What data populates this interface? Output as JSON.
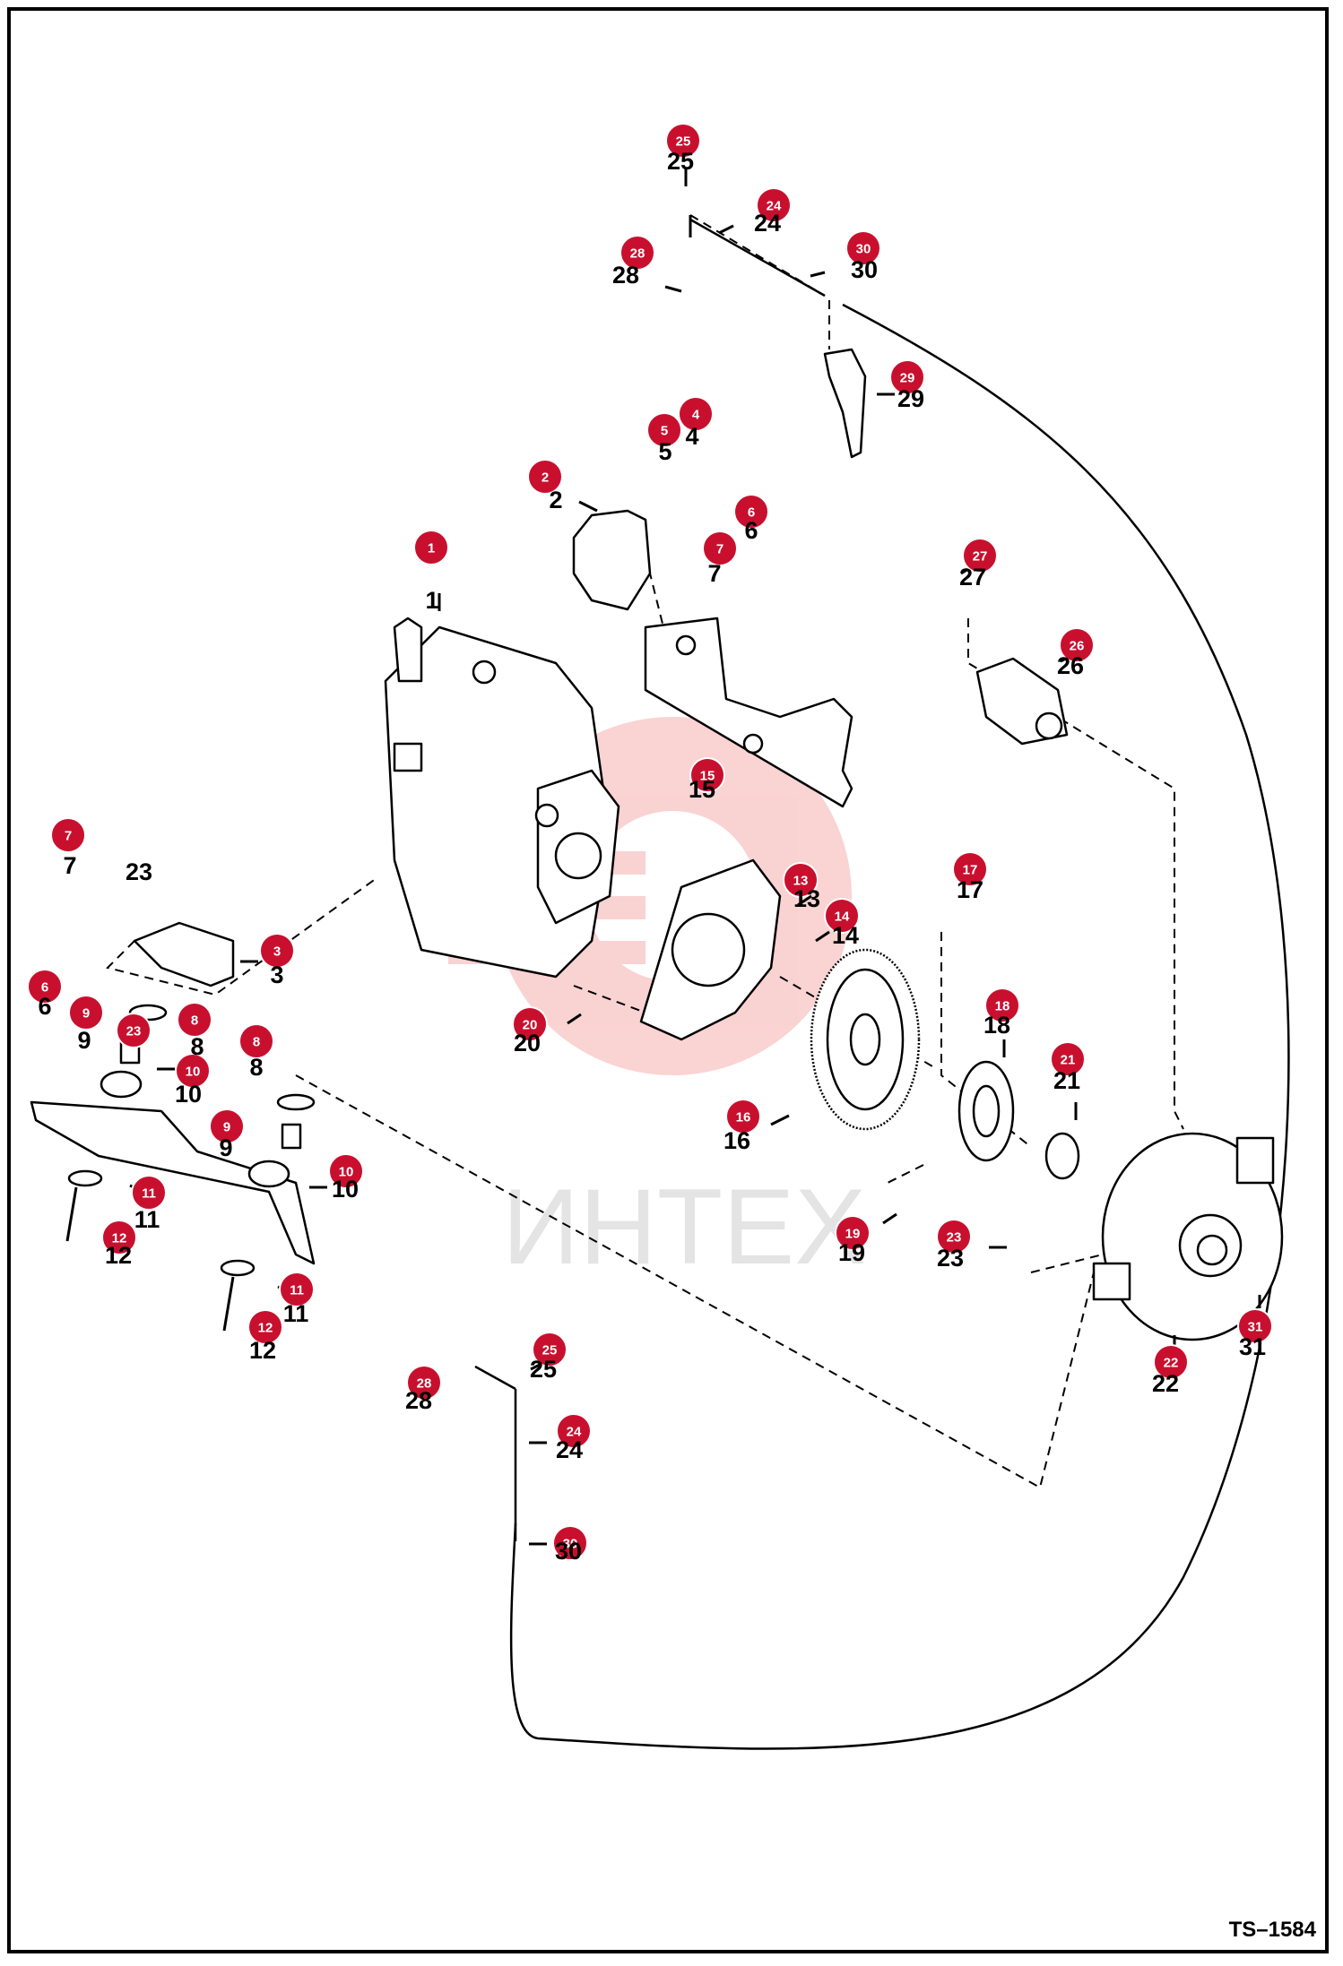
{
  "drawing_id": "TS–1584",
  "watermark_text": "ИНТЕХ",
  "colors": {
    "callout": "#c8102e",
    "line": "#000000",
    "watermark": "#f4b8b8"
  },
  "callouts": [
    {
      "n": "1"
    },
    {
      "n": "2"
    },
    {
      "n": "3"
    },
    {
      "n": "4"
    },
    {
      "n": "5"
    },
    {
      "n": "6"
    },
    {
      "n": "7"
    },
    {
      "n": "7"
    },
    {
      "n": "6"
    },
    {
      "n": "23"
    },
    {
      "n": "9"
    },
    {
      "n": "8"
    },
    {
      "n": "8"
    },
    {
      "n": "10"
    },
    {
      "n": "9"
    },
    {
      "n": "10"
    },
    {
      "n": "11"
    },
    {
      "n": "12"
    },
    {
      "n": "11"
    },
    {
      "n": "12"
    },
    {
      "n": "15"
    },
    {
      "n": "13"
    },
    {
      "n": "14"
    },
    {
      "n": "17"
    },
    {
      "n": "20"
    },
    {
      "n": "16"
    },
    {
      "n": "18"
    },
    {
      "n": "21"
    },
    {
      "n": "19"
    },
    {
      "n": "23"
    },
    {
      "n": "22"
    },
    {
      "n": "31"
    },
    {
      "n": "27"
    },
    {
      "n": "26"
    },
    {
      "n": "25"
    },
    {
      "n": "24"
    },
    {
      "n": "28"
    },
    {
      "n": "30"
    },
    {
      "n": "29"
    },
    {
      "n": "28"
    },
    {
      "n": "25"
    },
    {
      "n": "24"
    },
    {
      "n": "30"
    }
  ],
  "plain_numbers": [
    {
      "n": "25"
    },
    {
      "n": "24"
    },
    {
      "n": "28"
    },
    {
      "n": "30"
    },
    {
      "n": "29"
    },
    {
      "n": "5"
    },
    {
      "n": "4"
    },
    {
      "n": "2"
    },
    {
      "n": "6"
    },
    {
      "n": "7"
    },
    {
      "n": "1"
    },
    {
      "n": "27"
    },
    {
      "n": "26"
    },
    {
      "n": "15"
    },
    {
      "n": "7"
    },
    {
      "n": "23"
    },
    {
      "n": "3"
    },
    {
      "n": "6"
    },
    {
      "n": "9"
    },
    {
      "n": "8"
    },
    {
      "n": "8"
    },
    {
      "n": "10"
    },
    {
      "n": "9"
    },
    {
      "n": "10"
    },
    {
      "n": "11"
    },
    {
      "n": "12"
    },
    {
      "n": "11"
    },
    {
      "n": "12"
    },
    {
      "n": "13"
    },
    {
      "n": "14"
    },
    {
      "n": "17"
    },
    {
      "n": "18"
    },
    {
      "n": "20"
    },
    {
      "n": "16"
    },
    {
      "n": "21"
    },
    {
      "n": "19"
    },
    {
      "n": "23"
    },
    {
      "n": "22"
    },
    {
      "n": "31"
    },
    {
      "n": "28"
    },
    {
      "n": "25"
    },
    {
      "n": "24"
    },
    {
      "n": "30"
    }
  ]
}
